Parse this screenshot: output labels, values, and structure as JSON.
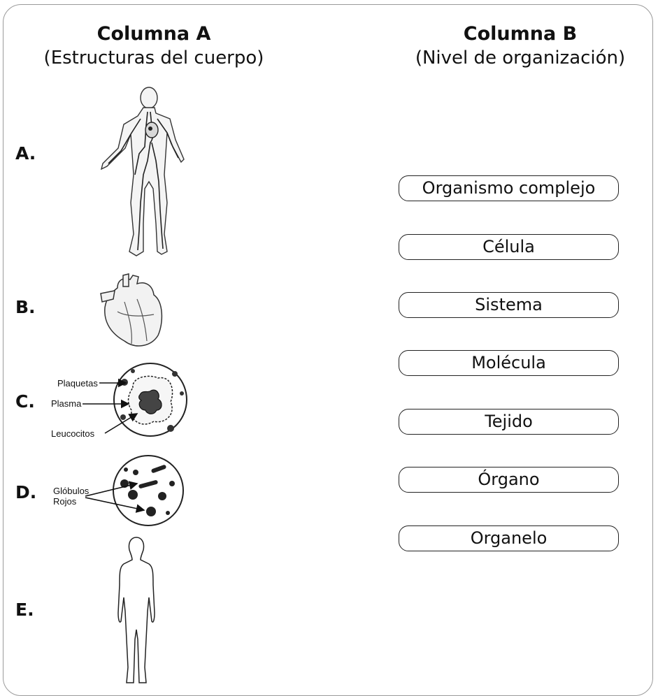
{
  "column_a": {
    "title": "Columna A",
    "subtitle": "(Estructuras del cuerpo)"
  },
  "column_b": {
    "title": "Columna B",
    "subtitle": "(Nivel de organización)"
  },
  "rows": [
    {
      "letter": "A.",
      "icon": "circulatory-system-figure"
    },
    {
      "letter": "B.",
      "icon": "heart"
    },
    {
      "letter": "C.",
      "icon": "blood-cell-circle"
    },
    {
      "letter": "D.",
      "icon": "red-blood-cells-circle"
    },
    {
      "letter": "E.",
      "icon": "human-silhouette"
    }
  ],
  "labels": {
    "plaquetas": "Plaquetas",
    "plasma": "Plasma",
    "leucocitos": "Leucocitos",
    "globulos": "Glóbulos",
    "rojos": "Rojos"
  },
  "options": [
    "Organismo complejo",
    "Célula",
    "Sistema",
    "Molécula",
    "Tejido",
    "Órgano",
    "Organelo"
  ]
}
